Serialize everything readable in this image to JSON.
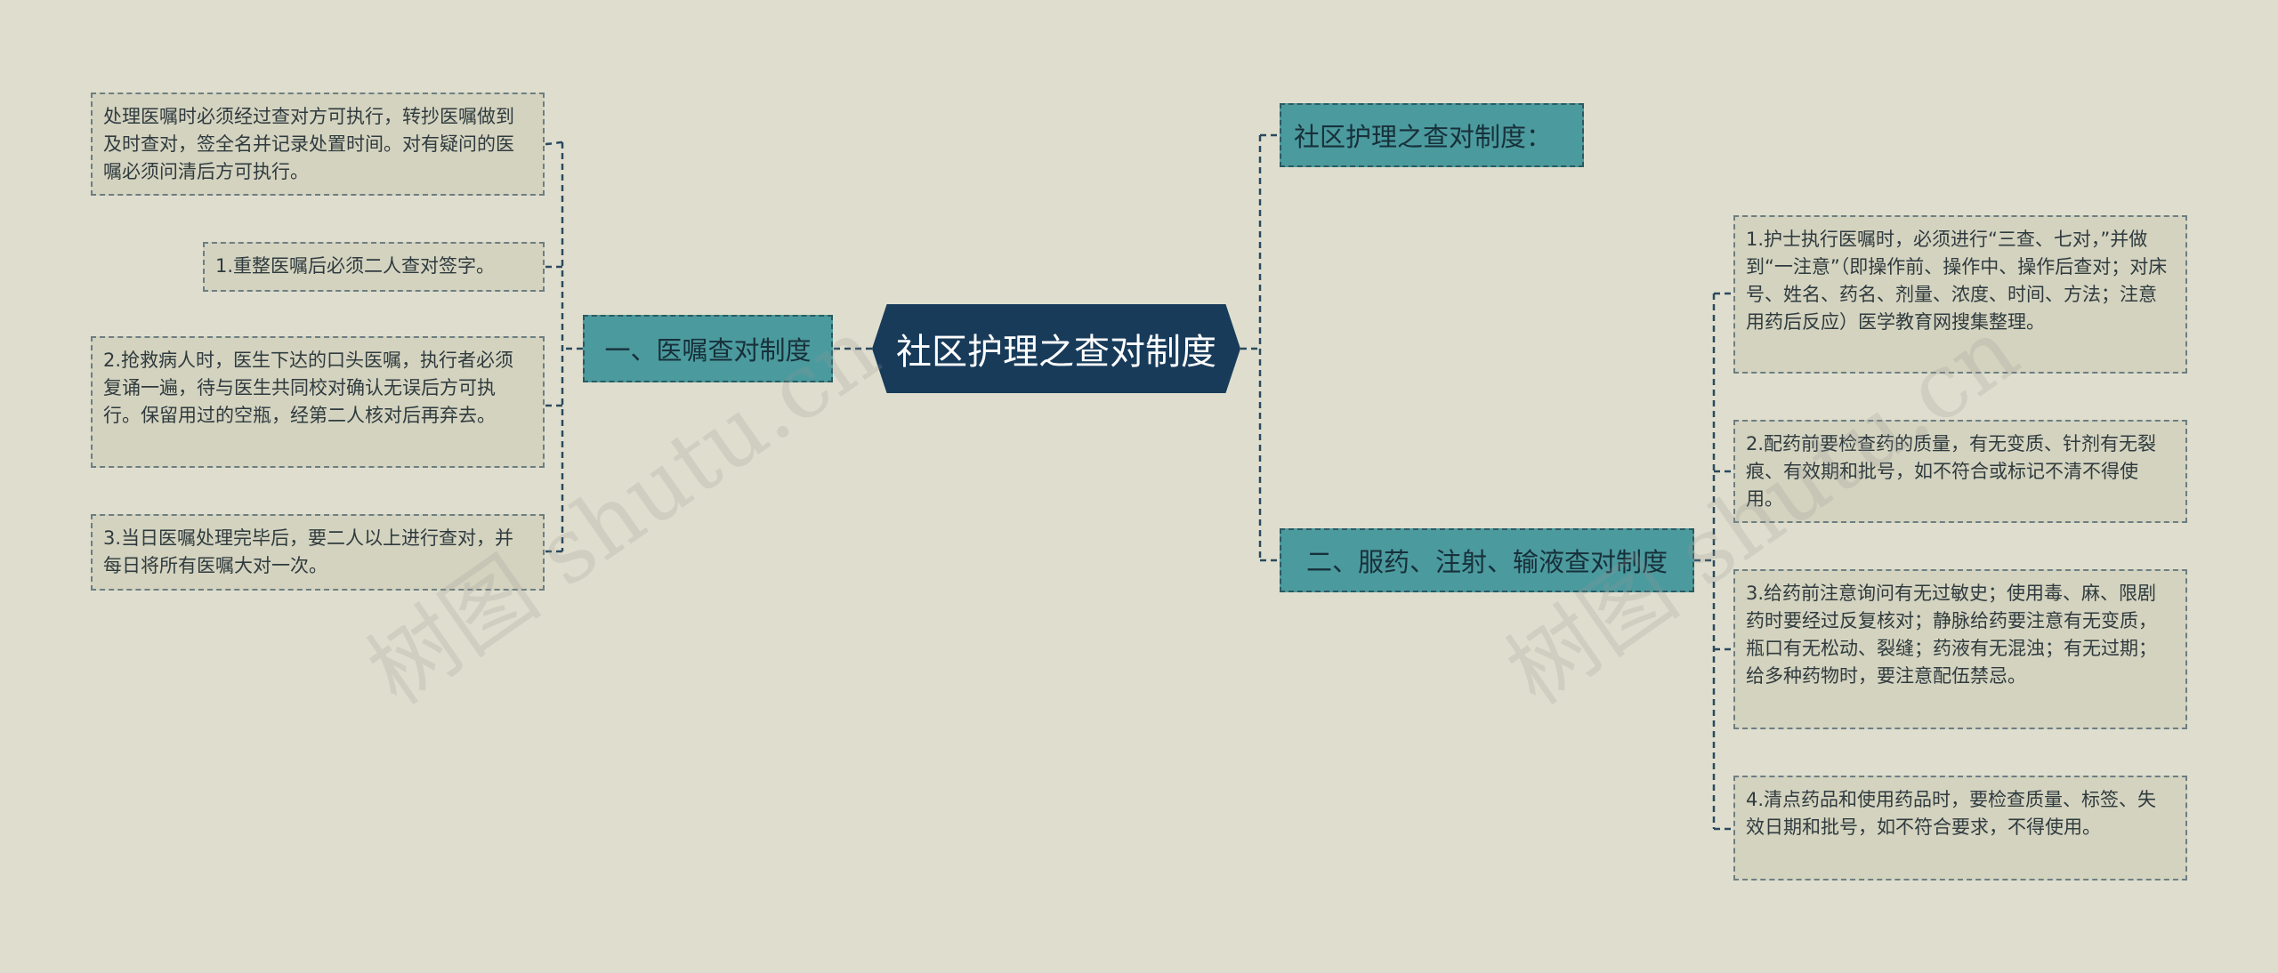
{
  "root": {
    "title": "社区护理之查对制度"
  },
  "branches": {
    "left": {
      "label": "一、医嘱查对制度"
    },
    "right_top": {
      "label": "社区护理之查对制度："
    },
    "right_bottom": {
      "label": "二、服药、注射、输液查对制度"
    }
  },
  "left_leaves": [
    {
      "text": "处理医嘱时必须经过查对方可执行，转抄医嘱做到及时查对，签全名并记录处置时间。对有疑问的医嘱必须问清后方可执行。"
    },
    {
      "text": "1.重整医嘱后必须二人查对签字。"
    },
    {
      "text": "2.抢救病人时，医生下达的口头医嘱，执行者必须复诵一遍，待与医生共同校对确认无误后方可执行。保留用过的空瓶，经第二人核对后再弃去。"
    },
    {
      "text": "3.当日医嘱处理完毕后，要二人以上进行查对，并每日将所有医嘱大对一次。"
    }
  ],
  "right_leaves": [
    {
      "text": "1.护士执行医嘱时，必须进行“三查、七对，”并做到“一注意”（即操作前、操作中、操作后查对；对床号、姓名、药名、剂量、浓度、时间、方法；注意用药后反应）医学教育网搜集整理。"
    },
    {
      "text": "2.配药前要检查药的质量，有无变质、针剂有无裂痕、有效期和批号，如不符合或标记不清不得使用。"
    },
    {
      "text": "3.给药前注意询问有无过敏史；使用毒、麻、限剧药时要经过反复核对；静脉给药要注意有无变质，瓶口有无松动、裂缝；药液有无混浊；有无过期；给多种药物时，要注意配伍禁忌。"
    },
    {
      "text": "4.清点药品和使用药品时，要检查质量、标签、失效日期和批号，如不符合要求，不得使用。"
    }
  ],
  "watermark": {
    "text": "树图 shutu.cn"
  },
  "colors": {
    "background": "#dfdece",
    "root": "#183b5a",
    "branch": "#4b9a9e",
    "leaf": "#d4d3bf",
    "connector": "#2a4a5e"
  }
}
